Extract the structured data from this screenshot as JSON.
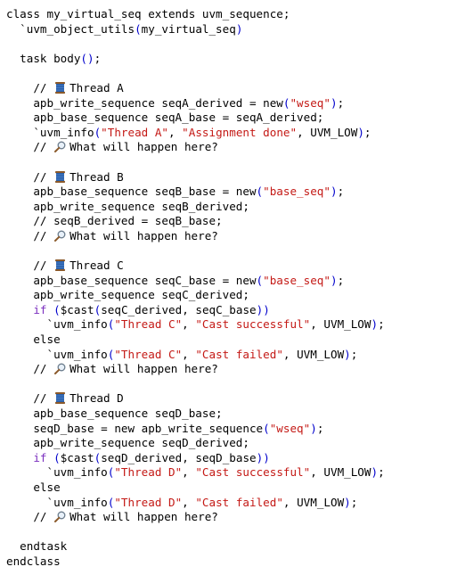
{
  "colors": {
    "text": "#000000",
    "string": "#c41a16",
    "keyword": "#7b2fbf",
    "paren": "#0000cc",
    "background": "#ffffff"
  },
  "lines": [
    [
      {
        "t": "class my_virtual_seq extends uvm_sequence;"
      }
    ],
    [
      {
        "t": "  `uvm_object_utils"
      },
      {
        "t": "(",
        "c": "p"
      },
      {
        "t": "my_virtual_seq"
      },
      {
        "t": ")",
        "c": "p"
      }
    ],
    [
      {
        "t": ""
      }
    ],
    [
      {
        "t": "  task body"
      },
      {
        "t": "()",
        "c": "p"
      },
      {
        "t": ";"
      }
    ],
    [
      {
        "t": ""
      }
    ],
    [
      {
        "t": "    // "
      },
      {
        "icon": "spool-of-thread-icon"
      },
      {
        "t": "Thread A"
      }
    ],
    [
      {
        "t": "    apb_write_sequence seqA_derived = new"
      },
      {
        "t": "(",
        "c": "p"
      },
      {
        "t": "\"wseq\"",
        "c": "s"
      },
      {
        "t": ")",
        "c": "p"
      },
      {
        "t": ";"
      }
    ],
    [
      {
        "t": "    apb_base_sequence seqA_base = seqA_derived;"
      }
    ],
    [
      {
        "t": "    `uvm_info"
      },
      {
        "t": "(",
        "c": "p"
      },
      {
        "t": "\"Thread A\"",
        "c": "s"
      },
      {
        "t": ", "
      },
      {
        "t": "\"Assignment done\"",
        "c": "s"
      },
      {
        "t": ", UVM_LOW"
      },
      {
        "t": ")",
        "c": "p"
      },
      {
        "t": ";"
      }
    ],
    [
      {
        "t": "    // "
      },
      {
        "icon": "magnifying-glass-icon"
      },
      {
        "t": "What will happen here?"
      }
    ],
    [
      {
        "t": ""
      }
    ],
    [
      {
        "t": "    // "
      },
      {
        "icon": "spool-of-thread-icon"
      },
      {
        "t": "Thread B"
      }
    ],
    [
      {
        "t": "    apb_base_sequence seqB_base = new"
      },
      {
        "t": "(",
        "c": "p"
      },
      {
        "t": "\"base_seq\"",
        "c": "s"
      },
      {
        "t": ")",
        "c": "p"
      },
      {
        "t": ";"
      }
    ],
    [
      {
        "t": "    apb_write_sequence seqB_derived;"
      }
    ],
    [
      {
        "t": "    // seqB_derived = seqB_base;"
      }
    ],
    [
      {
        "t": "    // "
      },
      {
        "icon": "magnifying-glass-icon"
      },
      {
        "t": "What will happen here?"
      }
    ],
    [
      {
        "t": ""
      }
    ],
    [
      {
        "t": "    // "
      },
      {
        "icon": "spool-of-thread-icon"
      },
      {
        "t": "Thread C"
      }
    ],
    [
      {
        "t": "    apb_base_sequence seqC_base = new"
      },
      {
        "t": "(",
        "c": "p"
      },
      {
        "t": "\"base_seq\"",
        "c": "s"
      },
      {
        "t": ")",
        "c": "p"
      },
      {
        "t": ";"
      }
    ],
    [
      {
        "t": "    apb_write_sequence seqC_derived;"
      }
    ],
    [
      {
        "t": "    "
      },
      {
        "t": "if",
        "c": "k"
      },
      {
        "t": " "
      },
      {
        "t": "(",
        "c": "p"
      },
      {
        "t": "$cast"
      },
      {
        "t": "(",
        "c": "p"
      },
      {
        "t": "seqC_derived, seqC_base"
      },
      {
        "t": "))",
        "c": "p"
      }
    ],
    [
      {
        "t": "      `uvm_info"
      },
      {
        "t": "(",
        "c": "p"
      },
      {
        "t": "\"Thread C\"",
        "c": "s"
      },
      {
        "t": ", "
      },
      {
        "t": "\"Cast successful\"",
        "c": "s"
      },
      {
        "t": ", UVM_LOW"
      },
      {
        "t": ")",
        "c": "p"
      },
      {
        "t": ";"
      }
    ],
    [
      {
        "t": "    else"
      }
    ],
    [
      {
        "t": "      `uvm_info"
      },
      {
        "t": "(",
        "c": "p"
      },
      {
        "t": "\"Thread C\"",
        "c": "s"
      },
      {
        "t": ", "
      },
      {
        "t": "\"Cast failed\"",
        "c": "s"
      },
      {
        "t": ", UVM_LOW"
      },
      {
        "t": ")",
        "c": "p"
      },
      {
        "t": ";"
      }
    ],
    [
      {
        "t": "    // "
      },
      {
        "icon": "magnifying-glass-icon"
      },
      {
        "t": "What will happen here?"
      }
    ],
    [
      {
        "t": ""
      }
    ],
    [
      {
        "t": "    // "
      },
      {
        "icon": "spool-of-thread-icon"
      },
      {
        "t": "Thread D"
      }
    ],
    [
      {
        "t": "    apb_base_sequence seqD_base;"
      }
    ],
    [
      {
        "t": "    seqD_base = new apb_write_sequence"
      },
      {
        "t": "(",
        "c": "p"
      },
      {
        "t": "\"wseq\"",
        "c": "s"
      },
      {
        "t": ")",
        "c": "p"
      },
      {
        "t": ";"
      }
    ],
    [
      {
        "t": "    apb_write_sequence seqD_derived;"
      }
    ],
    [
      {
        "t": "    "
      },
      {
        "t": "if",
        "c": "k"
      },
      {
        "t": " "
      },
      {
        "t": "(",
        "c": "p"
      },
      {
        "t": "$cast"
      },
      {
        "t": "(",
        "c": "p"
      },
      {
        "t": "seqD_derived, seqD_base"
      },
      {
        "t": "))",
        "c": "p"
      }
    ],
    [
      {
        "t": "      `uvm_info"
      },
      {
        "t": "(",
        "c": "p"
      },
      {
        "t": "\"Thread D\"",
        "c": "s"
      },
      {
        "t": ", "
      },
      {
        "t": "\"Cast successful\"",
        "c": "s"
      },
      {
        "t": ", UVM_LOW"
      },
      {
        "t": ")",
        "c": "p"
      },
      {
        "t": ";"
      }
    ],
    [
      {
        "t": "    else"
      }
    ],
    [
      {
        "t": "      `uvm_info"
      },
      {
        "t": "(",
        "c": "p"
      },
      {
        "t": "\"Thread D\"",
        "c": "s"
      },
      {
        "t": ", "
      },
      {
        "t": "\"Cast failed\"",
        "c": "s"
      },
      {
        "t": ", UVM_LOW"
      },
      {
        "t": ")",
        "c": "p"
      },
      {
        "t": ";"
      }
    ],
    [
      {
        "t": "    // "
      },
      {
        "icon": "magnifying-glass-icon"
      },
      {
        "t": "What will happen here?"
      }
    ],
    [
      {
        "t": ""
      }
    ],
    [
      {
        "t": "  endtask"
      }
    ],
    [
      {
        "t": "endclass"
      }
    ]
  ]
}
